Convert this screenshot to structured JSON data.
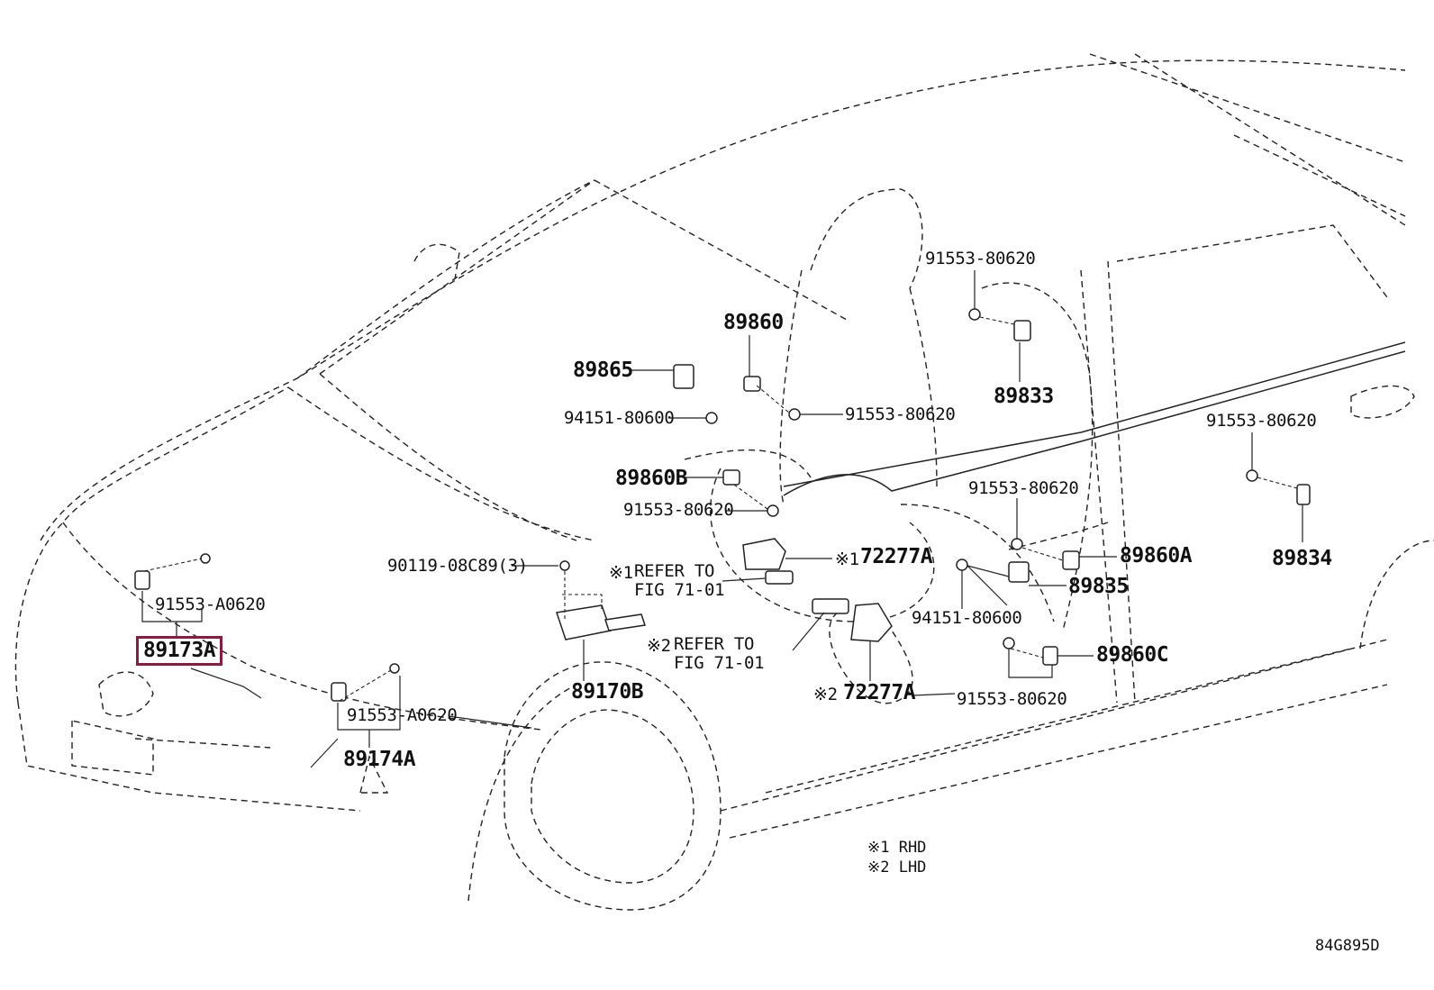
{
  "labels": {
    "p89860": "89860",
    "p89865": "89865",
    "p94151_a": "94151-80600",
    "p91553_80620_a": "91553-80620",
    "p91553_80620_top": "91553-80620",
    "p89833": "89833",
    "p91553_80620_right": "91553-80620",
    "p89834": "89834",
    "p89860B": "89860B",
    "p91553_80620_b": "91553-80620",
    "p91553_80620_c": "91553-80620",
    "p90119": "90119-08C89(3)",
    "ref1_mark": "※1",
    "ref1_line1": "REFER TO",
    "ref1_line2": "FIG 71-01",
    "p72277A_1_mark": "※1",
    "p72277A_1": "72277A",
    "p89860A": "89860A",
    "p89835": "89835",
    "p94151_b": "94151-80600",
    "p91553_A0620_a": "91553-A0620",
    "p89173A": "89173A",
    "ref2_mark": "※2",
    "ref2_line1": "REFER TO",
    "ref2_line2": "FIG 71-01",
    "p89170B": "89170B",
    "p89860C": "89860C",
    "p72277A_2_mark": "※2",
    "p72277A_2": "72277A",
    "p91553_80620_d": "91553-80620",
    "p91553_A0620_b": "91553-A0620",
    "p89174A": "89174A"
  },
  "legend": {
    "rhd": "※1  RHD",
    "lhd": "※2  LHD"
  },
  "figure_id": "84G895D",
  "highlight_color": "#8e1b3d"
}
